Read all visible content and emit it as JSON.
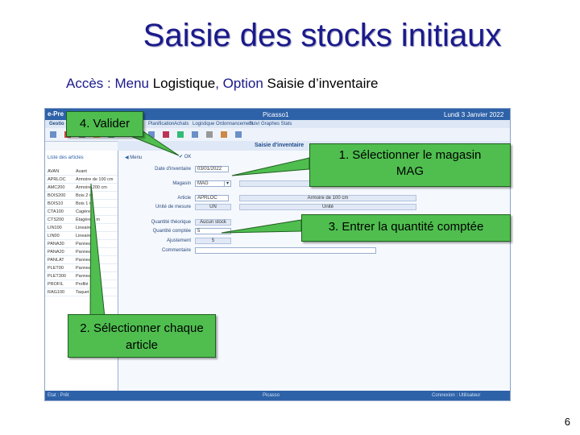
{
  "slide": {
    "title": "Saisie des stocks initiaux",
    "access_prefix": "Accès : Menu ",
    "access_menu": "Logistique",
    "access_sep": ", Option ",
    "access_option": "Saisie d’inventaire",
    "page_number": "6"
  },
  "callouts": {
    "validate": "4. Valider",
    "select_store": "1. Sélectionner le magasin MAG",
    "enter_qty": "3. Entrer la quantité comptée",
    "select_article": "2. Sélectionner chaque article"
  },
  "app": {
    "window_title": "Picasso1",
    "date_label": "Lundi 3 Janvier 2022",
    "logo": "e-Pre",
    "tab": "Gestio",
    "menu": [
      "Planification",
      "Achats",
      "Logistique",
      "Ordonnancement",
      "Suivi",
      "Graphes Stats"
    ],
    "form_title": "Saisie d'inventaire",
    "toolbar_menu": "Menu",
    "toolbar_ok": "OK",
    "list_title": "Liste des articles",
    "articles": [
      {
        "code": "AVAN",
        "des": "Avant"
      },
      {
        "code": "APRLOC",
        "des": "Armoire de 100 cm"
      },
      {
        "code": "AMC200",
        "des": "Armoire 200 cm"
      },
      {
        "code": "BOIS200",
        "des": "Bois 2 m"
      },
      {
        "code": "BOIS10",
        "des": "Bois 1 m"
      },
      {
        "code": "CTA100",
        "des": "Cagère"
      },
      {
        "code": "CTS200",
        "des": "Étagère 2 m"
      },
      {
        "code": "LIN100",
        "des": "Lineaire"
      },
      {
        "code": "LIN00",
        "des": "Lineaire"
      },
      {
        "code": "PANA30",
        "des": "Panneau"
      },
      {
        "code": "PANA20",
        "des": "Panneau"
      },
      {
        "code": "PANLAT",
        "des": "Panneau lat"
      },
      {
        "code": "PLET00",
        "des": "Panneau"
      },
      {
        "code": "PLET300",
        "des": "Panneau"
      },
      {
        "code": "PROFIL",
        "des": "Profilé"
      },
      {
        "code": "RAG100",
        "des": "Taquet"
      }
    ],
    "form": {
      "date_label": "Date d'inventaire",
      "date_value": "03/01/2022",
      "store_label": "Magasin",
      "store_value": "MAG",
      "store_desc": "Magasin",
      "article_label": "Article",
      "article_value": "APRLOC",
      "article_desc": "Armoire de 100 cm",
      "unit_label": "Unité de mesure",
      "unit_value": "UN",
      "unit_desc": "Unité",
      "theoretical_label": "Quantité théorique",
      "theoretical_value": "Aucun stock",
      "counted_label": "Quantité comptée",
      "counted_value": "5",
      "adjust_label": "Ajustement",
      "adjust_value": "5",
      "comment_label": "Commentaire"
    },
    "status_left": "Etat : Prêt",
    "status_mid": "Picasso",
    "status_right": "Connexion : Utilisateur"
  },
  "colors": {
    "title": "#1a1a8c",
    "callout": "#4fbe4f",
    "app_blue": "#2e62a8"
  }
}
